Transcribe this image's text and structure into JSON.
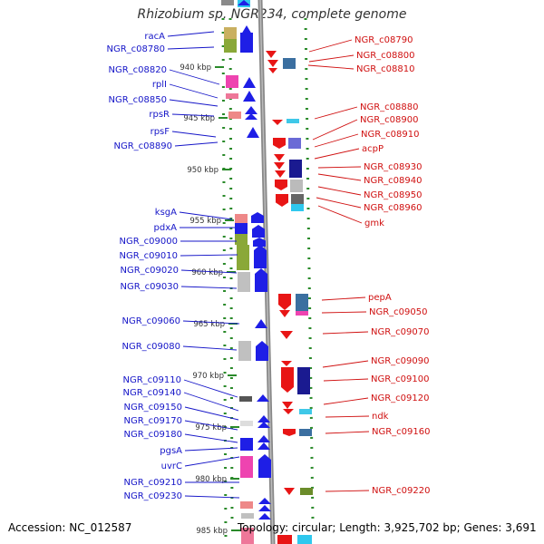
{
  "title": "Rhizobium sp. NGR234, complete genome",
  "footer": {
    "accession": "Accession: NC_012587",
    "topology": "Topology: circular; Length: 3,925,702 bp; Genes: 3,691"
  },
  "colors": {
    "left_label": "#1515c8",
    "right_label": "#d01010",
    "tick": "#2a8a2a",
    "axis": "#888888"
  },
  "ruler": [
    {
      "label": "940 kbp",
      "kbp": 940
    },
    {
      "label": "945 kbp",
      "kbp": 945
    },
    {
      "label": "950 kbp",
      "kbp": 950
    },
    {
      "label": "955 kbp",
      "kbp": 955
    },
    {
      "label": "960 kbp",
      "kbp": 960
    },
    {
      "label": "965 kbp",
      "kbp": 965
    },
    {
      "label": "970 kbp",
      "kbp": 970
    },
    {
      "label": "975 kbp",
      "kbp": 975
    },
    {
      "label": "980 kbp",
      "kbp": 980
    },
    {
      "label": "985 kbp",
      "kbp": 985
    }
  ],
  "left_genes": [
    {
      "label": "racA"
    },
    {
      "label": "NGR_c08780"
    },
    {
      "label": "NGR_c08820"
    },
    {
      "label": "rplI"
    },
    {
      "label": "NGR_c08850"
    },
    {
      "label": "rpsR"
    },
    {
      "label": "rpsF"
    },
    {
      "label": "NGR_c08890"
    },
    {
      "label": "ksgA"
    },
    {
      "label": "pdxA"
    },
    {
      "label": "NGR_c09000"
    },
    {
      "label": "NGR_c09010"
    },
    {
      "label": "NGR_c09020"
    },
    {
      "label": "NGR_c09030"
    },
    {
      "label": "NGR_c09060"
    },
    {
      "label": "NGR_c09080"
    },
    {
      "label": "NGR_c09110"
    },
    {
      "label": "NGR_c09140"
    },
    {
      "label": "NGR_c09150"
    },
    {
      "label": "NGR_c09170"
    },
    {
      "label": "NGR_c09180"
    },
    {
      "label": "pgsA"
    },
    {
      "label": "uvrC"
    },
    {
      "label": "NGR_c09210"
    },
    {
      "label": "NGR_c09230"
    }
  ],
  "right_genes": [
    {
      "label": "NGR_c08790"
    },
    {
      "label": "NGR_c08800"
    },
    {
      "label": "NGR_c08810"
    },
    {
      "label": "NGR_c08880"
    },
    {
      "label": "NGR_c08900"
    },
    {
      "label": "NGR_c08910"
    },
    {
      "label": "acpP"
    },
    {
      "label": "NGR_c08930"
    },
    {
      "label": "NGR_c08940"
    },
    {
      "label": "NGR_c08950"
    },
    {
      "label": "NGR_c08960"
    },
    {
      "label": "gmk"
    },
    {
      "label": "pepA"
    },
    {
      "label": "NGR_c09050"
    },
    {
      "label": "NGR_c09070"
    },
    {
      "label": "NGR_c09090"
    },
    {
      "label": "NGR_c09100"
    },
    {
      "label": "NGR_c09120"
    },
    {
      "label": "ndk"
    },
    {
      "label": "NGR_c09160"
    },
    {
      "label": "NGR_c09220"
    }
  ]
}
